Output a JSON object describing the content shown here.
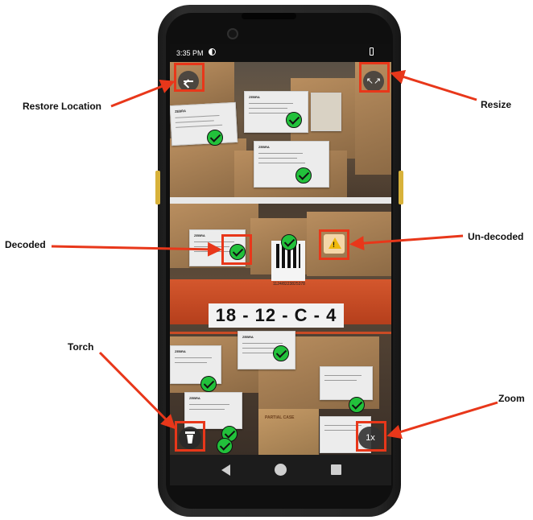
{
  "status_bar": {
    "time": "3:35 PM"
  },
  "rack_label": "18 - 12 - C - 4",
  "qr_caption": "1124/8223825378",
  "label_brand": "ZEBRA",
  "box_text": "PARTIAL CASE",
  "zoom_level": "1x",
  "annotations": {
    "restore_location": "Restore Location",
    "resize": "Resize",
    "decoded": "Decoded",
    "un_decoded": "Un-decoded",
    "torch": "Torch",
    "zoom": "Zoom"
  },
  "icons": {
    "back": "back-arrow-icon",
    "resize": "collapse-icon",
    "torch": "flashlight-icon",
    "decoded": "check-circle-icon",
    "undecoded": "warning-icon"
  },
  "colors": {
    "callout": "#e8371a",
    "decoded": "#22c13b",
    "warning": "#f0b90b"
  }
}
